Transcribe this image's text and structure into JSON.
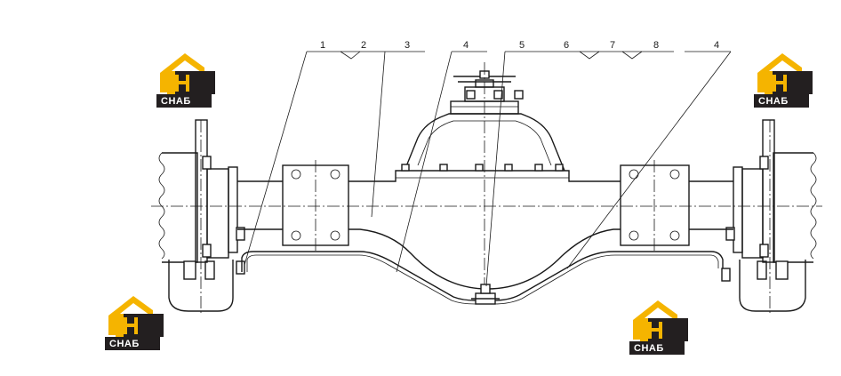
{
  "callouts": [
    {
      "id": "c1",
      "label": "1"
    },
    {
      "id": "c2",
      "label": "2"
    },
    {
      "id": "c3",
      "label": "3"
    },
    {
      "id": "c4a",
      "label": "4"
    },
    {
      "id": "c5",
      "label": "5"
    },
    {
      "id": "c6",
      "label": "6"
    },
    {
      "id": "c7",
      "label": "7"
    },
    {
      "id": "c8",
      "label": "8"
    },
    {
      "id": "c4b",
      "label": "4"
    }
  ],
  "watermark": {
    "mark": "НЗ",
    "word": "СНАБ",
    "colors": {
      "gold": "#f5b400",
      "dark": "#231f20",
      "white": "#ffffff"
    }
  }
}
